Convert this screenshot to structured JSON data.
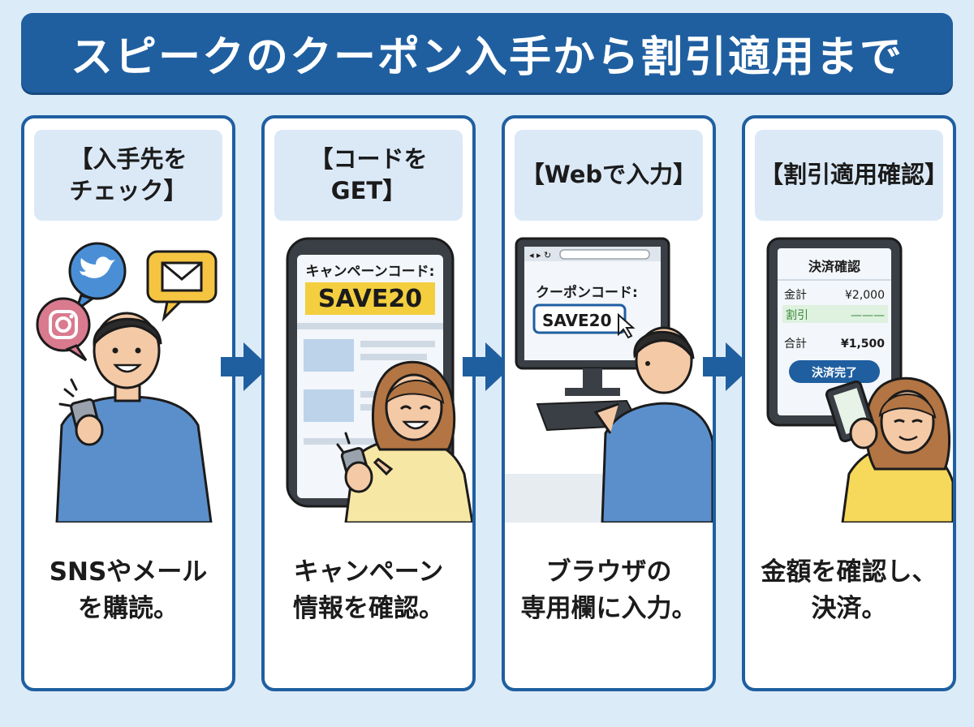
{
  "title": "スピークのクーポン入手から割引適用まで",
  "steps": [
    {
      "heading": "【入手先を\nチェック】",
      "caption": "SNSやメール\nを購読。",
      "icons": [
        "twitter-icon",
        "mail-icon",
        "instagram-icon"
      ]
    },
    {
      "heading": "【コードをGET】",
      "caption": "キャンペーン\n情報を確認。",
      "campaign_label": "キャンペーンコード:",
      "code": "SAVE20"
    },
    {
      "heading": "【Webで入力】",
      "caption": "ブラウザの\n専用欄に入力。",
      "field_label": "クーポンコード:",
      "field_value": "SAVE20"
    },
    {
      "heading": "【割引適用確認】",
      "caption": "金額を確認し、\n決済。",
      "screen_title": "決済確認",
      "rows": [
        {
          "label": "金計",
          "value": "¥2,000"
        },
        {
          "label": "割引",
          "value": "———"
        },
        {
          "label": "合計",
          "value": "¥1,500"
        }
      ],
      "button": "決済完了"
    }
  ],
  "colors": {
    "primary": "#1f5fa0",
    "background": "#dcebf8",
    "header_fill": "#dbe9f7",
    "code_highlight": "#f3cf3f",
    "discount_green": "#4caf50"
  }
}
